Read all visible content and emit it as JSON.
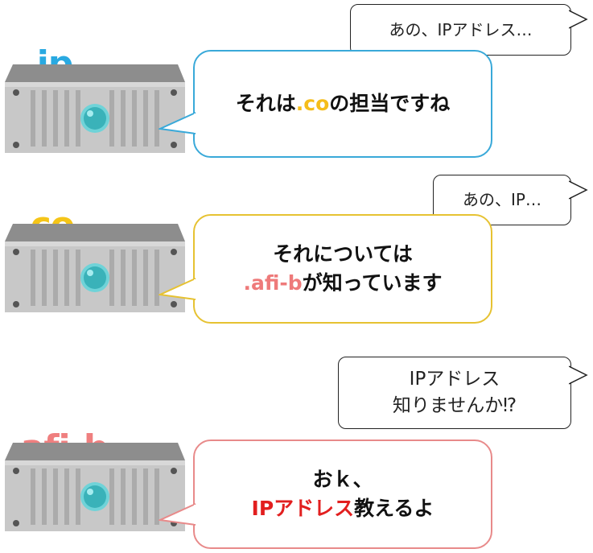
{
  "colors": {
    "jp": "#29a9e1",
    "co": "#f5c518",
    "afib": "#ef7f7f",
    "ip_highlight": "#e21f1f",
    "server_body": "#c9c9c9",
    "server_top": "#8e8e8e",
    "server_light": "#47b9c0"
  },
  "rows": [
    {
      "domain": ".jp",
      "question": "あの、IPアドレス…",
      "reply": {
        "prefix": "それは",
        "highlight": ".co",
        "suffix": "の担当ですね"
      }
    },
    {
      "domain": ".co",
      "question": "あの、IP…",
      "reply": {
        "line1": "それについては",
        "highlight": ".afi-b",
        "suffix": "が知っています"
      }
    },
    {
      "domain": ".afi-b",
      "question_line1": "IPアドレス",
      "question_line2": "知りませんか⁉",
      "reply": {
        "line1": "おｋ、",
        "highlight": "IPアドレス",
        "suffix": "教えるよ"
      }
    }
  ]
}
